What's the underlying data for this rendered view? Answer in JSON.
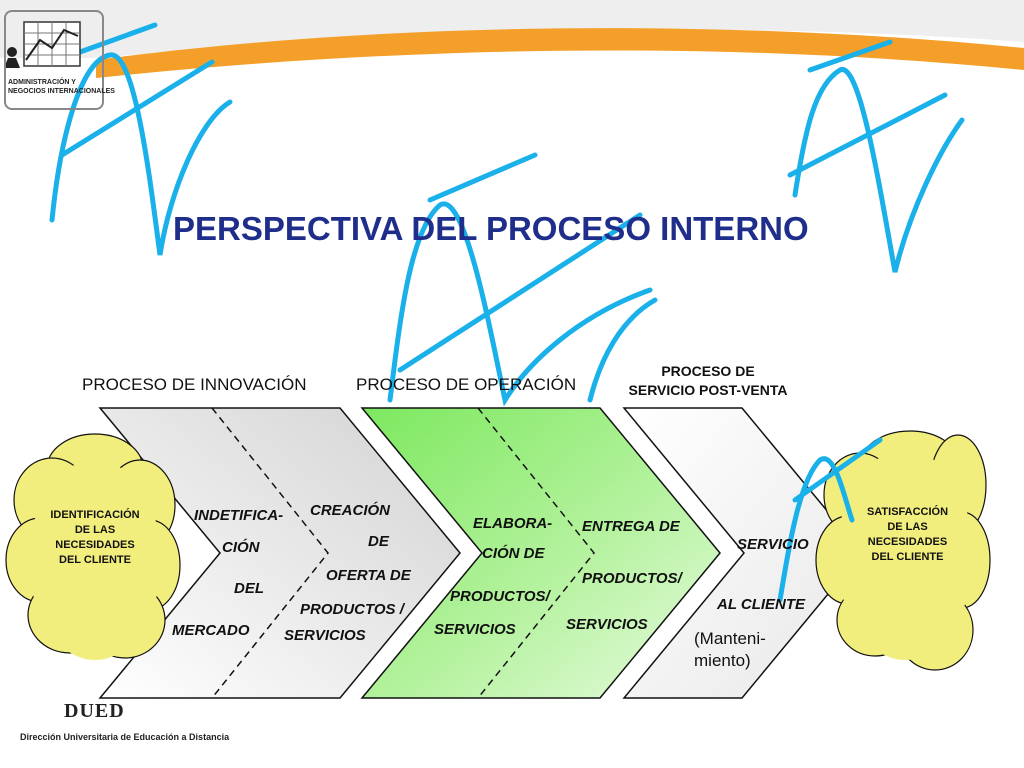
{
  "title": "PERSPECTIVA DEL PROCESO INTERNO",
  "logo": {
    "line1": "ADMINISTRACIÓN Y",
    "line2": "NEGOCIOS INTERNACIONALES",
    "icon": "chart-grid-icon"
  },
  "footer": {
    "brand": "DUED",
    "subtitle": "Dirección Universitaria de Educación a Distancia"
  },
  "headers": {
    "innovation": "PROCESO DE INNOVACIÓN",
    "operation": "PROCESO DE OPERACIÓN",
    "postsale_line1": "PROCESO DE",
    "postsale_line2": "SERVICIO POST-VENTA"
  },
  "clouds": {
    "left": [
      "IDENTIFICACIÓN",
      "DE LAS",
      "NECESIDADES",
      "DEL CLIENTE"
    ],
    "right": [
      "SATISFACCIÓN",
      "DE LAS",
      "NECESIDADES",
      "DEL CLIENTE"
    ]
  },
  "chevrons": {
    "c1": [
      "INDETIFICA-",
      "CIÓN",
      "DEL",
      "MERCADO"
    ],
    "c2": [
      "CREACIÓN",
      "DE",
      "OFERTA DE",
      "PRODUCTOS /",
      "SERVICIOS"
    ],
    "c3": [
      "ELABORA-",
      "CIÓN DE",
      "PRODUCTOS/",
      "SERVICIOS"
    ],
    "c4": [
      "ENTREGA DE",
      "PRODUCTOS/",
      "SERVICIOS"
    ],
    "c5": [
      "SERVICIO",
      "AL CLIENTE",
      "(Manteni-",
      "miento)"
    ]
  },
  "colors": {
    "title": "#1f2e8a",
    "orange_swoosh": "#f39a1e",
    "blue_scribble": "#1ab0ea",
    "green_chevron": "#8cf075",
    "cloud": "#f2ee7e"
  }
}
